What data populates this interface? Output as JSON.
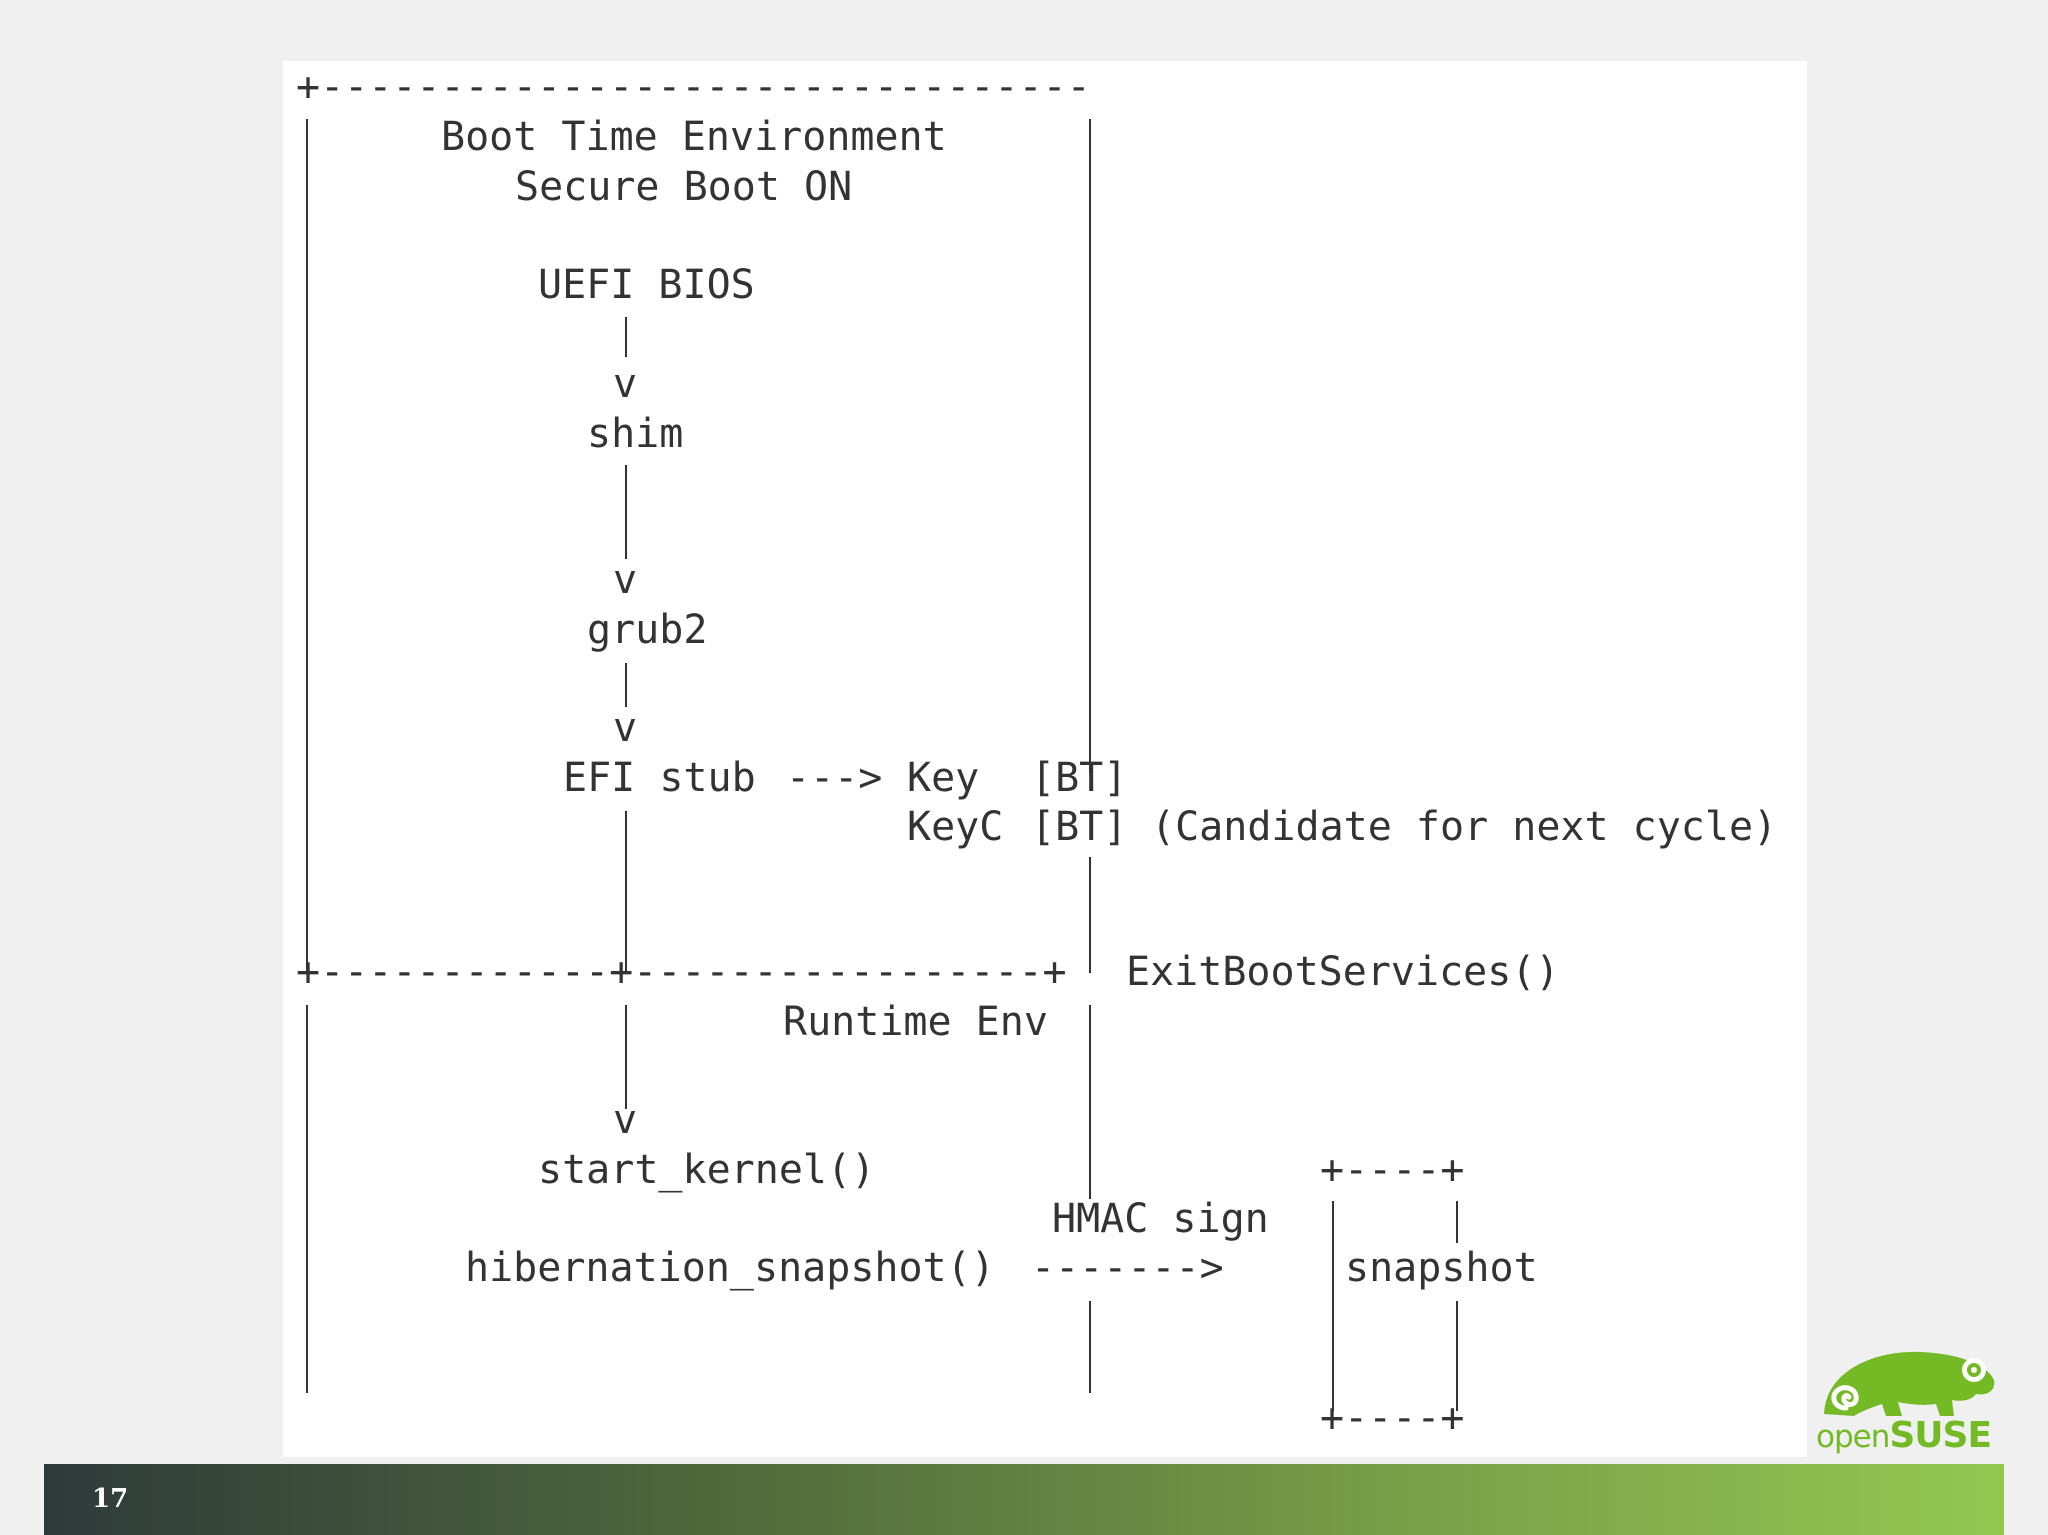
{
  "slide": {
    "page_number": "17"
  },
  "logo": {
    "brand_light": "open",
    "brand_bold": "SUSE",
    "color": "#73ba25"
  },
  "diagram": {
    "section_top": {
      "title_line1": "Boot Time Environment",
      "title_line2": "Secure Boot ON"
    },
    "nodes": {
      "uefi_bios": "UEFI BIOS",
      "shim": "shim",
      "grub2": "grub2",
      "efi_stub": "EFI stub",
      "start_kernel": "start_kernel()",
      "hibernation_snapshot": "hibernation_snapshot()",
      "snapshot": "snapshot"
    },
    "arrow_heads": {
      "v": "v",
      "efi_arrow": "--->",
      "hmac_arrow": "------->"
    },
    "keys": {
      "key": "Key",
      "key_tag": "[BT]",
      "keyc": "KeyC",
      "keyc_tag": "[BT]",
      "keyc_note": "(Candidate for next cycle)"
    },
    "exit_boot_services": "ExitBootServices()",
    "runtime_env": "Runtime Env",
    "hmac_sign": "HMAC sign",
    "border_top": "+--------------------------------",
    "border_mid": "+------------+-----------------+",
    "snapshot_box_edge": "+----+"
  }
}
